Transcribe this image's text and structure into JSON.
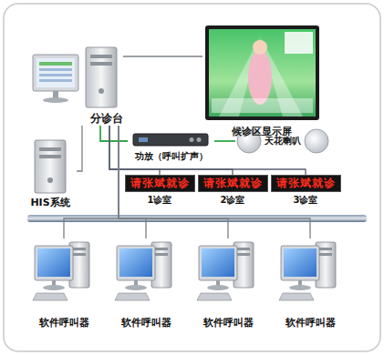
{
  "diagram": {
    "nodes": [
      {
        "text": [
          "分诊台"
        ]
      },
      {
        "text": [
          "候诊区显示屏"
        ]
      },
      {
        "text": [
          "HIS系统"
        ]
      },
      {
        "text": [
          "功放（呼叫扩声）"
        ]
      },
      {
        "text": [
          "天花喇叭"
        ]
      },
      {
        "text": [
          "请张斌就诊",
          "1诊室"
        ]
      },
      {
        "text": [
          "请张斌就诊",
          "2诊室"
        ]
      },
      {
        "text": [
          "请张斌就诊",
          "3诊室"
        ]
      },
      {
        "text": [
          "软件呼叫器"
        ]
      },
      {
        "text": [
          "软件呼叫器"
        ]
      },
      {
        "text": [
          "软件呼叫器"
        ]
      },
      {
        "text": [
          "软件呼叫器"
        ]
      }
    ],
    "edges": [
      {
        "from": 0,
        "to": 1,
        "arrow": "none"
      },
      {
        "from": 2,
        "to": 0,
        "arrow": "none"
      },
      {
        "from": 0,
        "to": 3,
        "arrow": "none"
      },
      {
        "from": 3,
        "to": 4,
        "arrow": "none"
      },
      {
        "from": 0,
        "to": 5,
        "arrow": "none"
      },
      {
        "from": 0,
        "to": 6,
        "arrow": "none"
      },
      {
        "from": 0,
        "to": 7,
        "arrow": "none"
      },
      {
        "from": 0,
        "to": 8,
        "arrow": "none"
      },
      {
        "from": 0,
        "to": 9,
        "arrow": "none"
      },
      {
        "from": 0,
        "to": 10,
        "arrow": "none"
      },
      {
        "from": 0,
        "to": 11,
        "arrow": "none"
      }
    ]
  }
}
